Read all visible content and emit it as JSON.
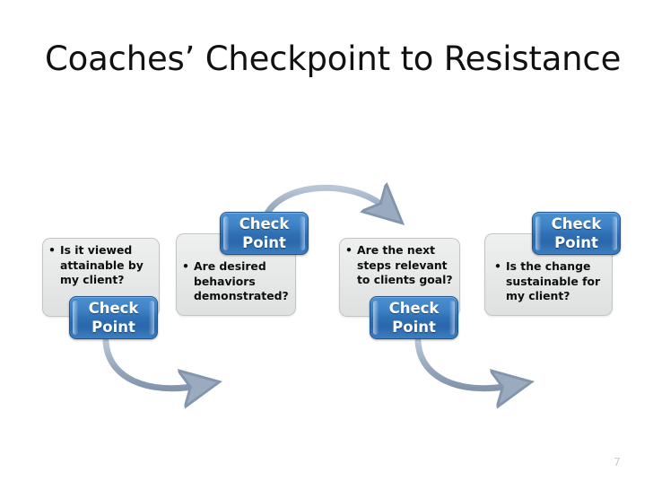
{
  "slide": {
    "title": "Coaches’ Checkpoint to Resistance",
    "page_number": "7",
    "background_color": "#ffffff",
    "accent_color": "#2f6fb4",
    "box_fill_color": "#e8eaea",
    "arrow_color": "#9fb0c4"
  },
  "steps": [
    {
      "id": "step-1",
      "text": "Is it viewed attainable by my client?",
      "button_label": "Check\nPoint",
      "button_position": "bottom-right"
    },
    {
      "id": "step-2",
      "text": "Are desired behaviors demonstrated?",
      "button_label": "Check\nPoint",
      "button_position": "top-right"
    },
    {
      "id": "step-3",
      "text": "Are the next steps relevant to clients goal?",
      "button_label": "Check\nPoint",
      "button_position": "bottom-right"
    },
    {
      "id": "step-4",
      "text": "Is the change sustainable for my client?",
      "button_label": "Check\nPoint",
      "button_position": "top-right"
    }
  ],
  "connectors": [
    {
      "id": "connector-1-2",
      "from": "step-1",
      "to": "step-2",
      "direction": "below"
    },
    {
      "id": "connector-2-3",
      "from": "step-2",
      "to": "step-3",
      "direction": "above"
    },
    {
      "id": "connector-3-4",
      "from": "step-3",
      "to": "step-4",
      "direction": "below"
    }
  ]
}
